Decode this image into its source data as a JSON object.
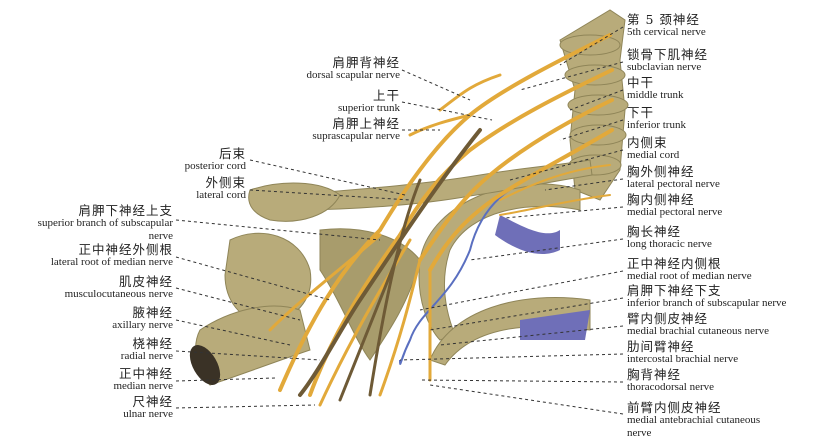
{
  "left_labels": [
    {
      "zh": "肩胛背神经",
      "en": "dorsal scapular nerve"
    },
    {
      "zh": "上干",
      "en": "superior trunk"
    },
    {
      "zh": "肩胛上神经",
      "en": "suprascapular nerve"
    },
    {
      "zh": "后束",
      "en": "posterior cord"
    },
    {
      "zh": "外侧束",
      "en": "lateral cord"
    },
    {
      "zh": "肩胛下神经上支",
      "en": "superior branch of subscapular",
      "en2": "nerve"
    },
    {
      "zh": "正中神经外侧根",
      "en": "lateral root of median nerve"
    },
    {
      "zh": "肌皮神经",
      "en": "musculocutaneous nerve"
    },
    {
      "zh": "腋神经",
      "en": "axillary nerve"
    },
    {
      "zh": "桡神经",
      "en": "radial nerve"
    },
    {
      "zh": "正中神经",
      "en": "median nerve"
    },
    {
      "zh": "尺神经",
      "en": "ulnar nerve"
    }
  ],
  "right_labels": [
    {
      "zh": "第 5 颈神经",
      "en": "5th cervical nerve"
    },
    {
      "zh": "锁骨下肌神经",
      "en": "subclavian nerve"
    },
    {
      "zh": "中干",
      "en": "middle trunk"
    },
    {
      "zh": "下干",
      "en": "inferior trunk"
    },
    {
      "zh": "内侧束",
      "en": "medial cord"
    },
    {
      "zh": "胸外侧神经",
      "en": "lateral pectoral nerve"
    },
    {
      "zh": "胸内侧神经",
      "en": "medial pectoral nerve"
    },
    {
      "zh": "胸长神经",
      "en": "long thoracic nerve"
    },
    {
      "zh": "正中神经内侧根",
      "en": "medial root of median nerve"
    },
    {
      "zh": "肩胛下神经下支",
      "en": "inferior branch of subscapular nerve"
    },
    {
      "zh": "臂内侧皮神经",
      "en": "medial brachial cutaneous nerve"
    },
    {
      "zh": "肋间臂神经",
      "en": "intercostal brachial nerve"
    },
    {
      "zh": "胸背神经",
      "en": "thoracodorsal nerve"
    },
    {
      "zh": "前臂内侧皮神经",
      "en": "medial antebrachial cutaneous",
      "en2": "nerve"
    }
  ],
  "colors": {
    "bone": "#b8ab7a",
    "bone_dark": "#8f8558",
    "nerve": "#e2a93a",
    "nerve_dark": "#6e5a36",
    "rib_cart": "#6f6fb8"
  }
}
